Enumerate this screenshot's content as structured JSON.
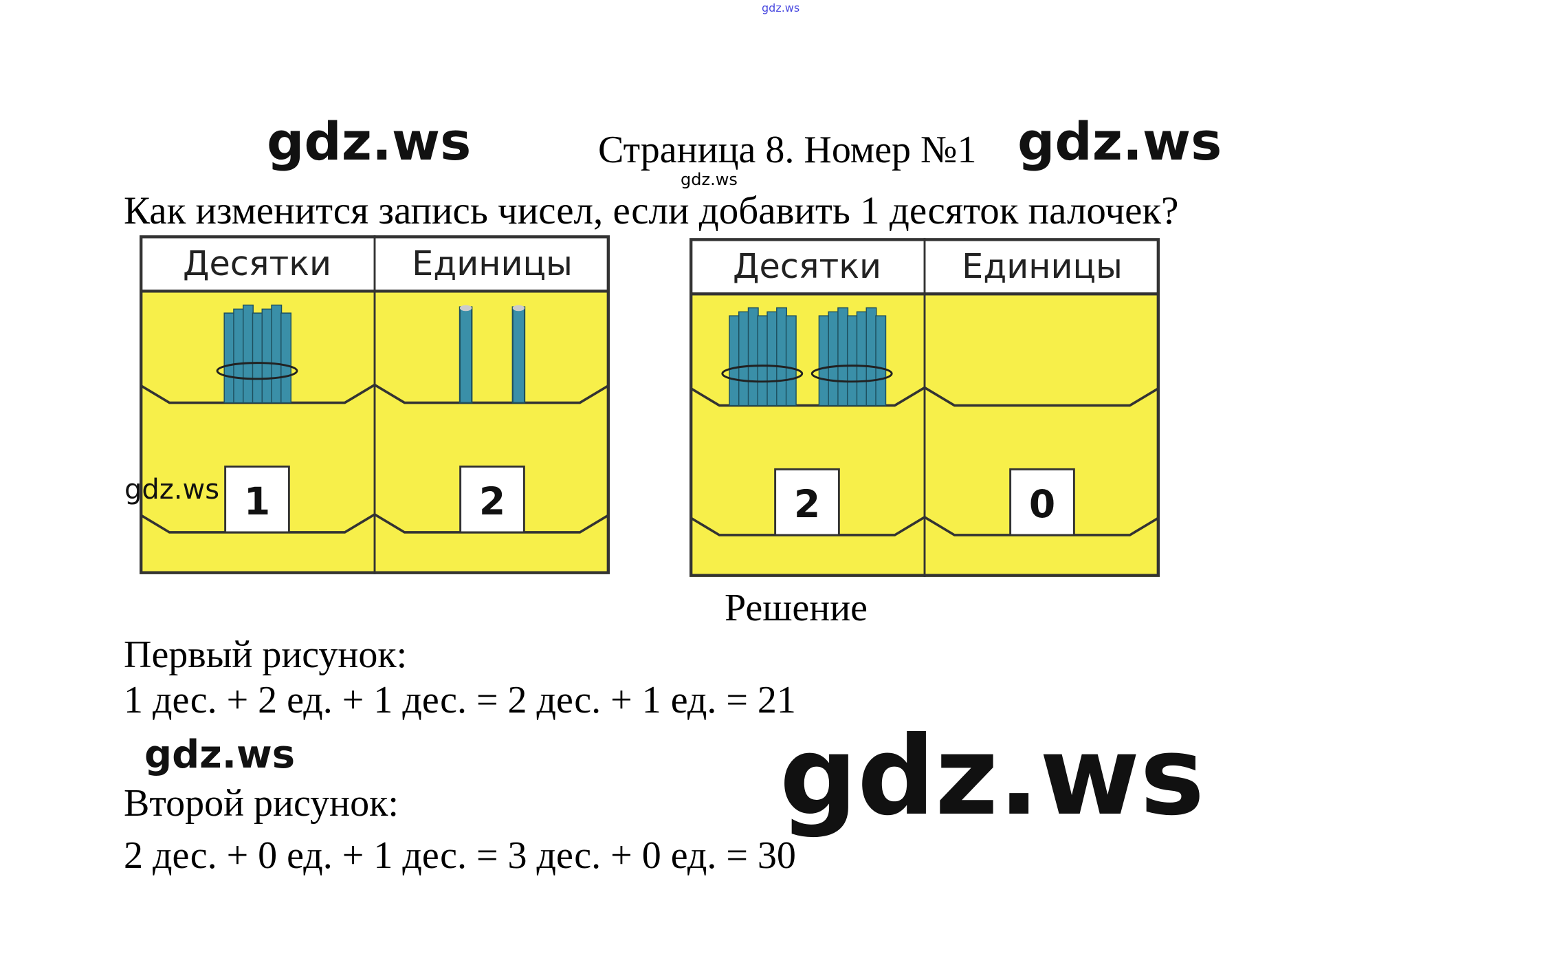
{
  "watermarks": {
    "top": "gdz.ws",
    "title_left": "gdz.ws",
    "title_right": "gdz.ws",
    "question_mid": "gdz.ws",
    "table_left": "gdz.ws",
    "solution_left": "gdz.ws",
    "solution_big": "gdz.ws"
  },
  "title": "Страница 8. Номер №1",
  "question": "Как изменится запись чисел, если добавить 1 десяток палочек?",
  "figures": [
    {
      "columns": [
        {
          "header": "Десятки",
          "digit": "1",
          "bundles": 1,
          "sticks": 0
        },
        {
          "header": "Единицы",
          "digit": "2",
          "bundles": 0,
          "sticks": 2
        }
      ]
    },
    {
      "columns": [
        {
          "header": "Десятки",
          "digit": "2",
          "bundles": 2,
          "sticks": 0
        },
        {
          "header": "Единицы",
          "digit": "0",
          "bundles": 0,
          "sticks": 0
        }
      ]
    }
  ],
  "colors": {
    "panel": "#f7ef4a",
    "stick": "#3a8fa8",
    "watermark_top": "#4a4ae0"
  },
  "solution": {
    "heading": "Решение",
    "first_label": "Первый рисунок:",
    "first_eq": "1 дес. + 2 ед. + 1 дес. = 2 дес. + 1 ед. = 21",
    "second_label": "Второй рисунок:",
    "second_eq": "2 дес. + 0 ед. + 1 дес. = 3 дес. + 0 ед. = 30"
  }
}
